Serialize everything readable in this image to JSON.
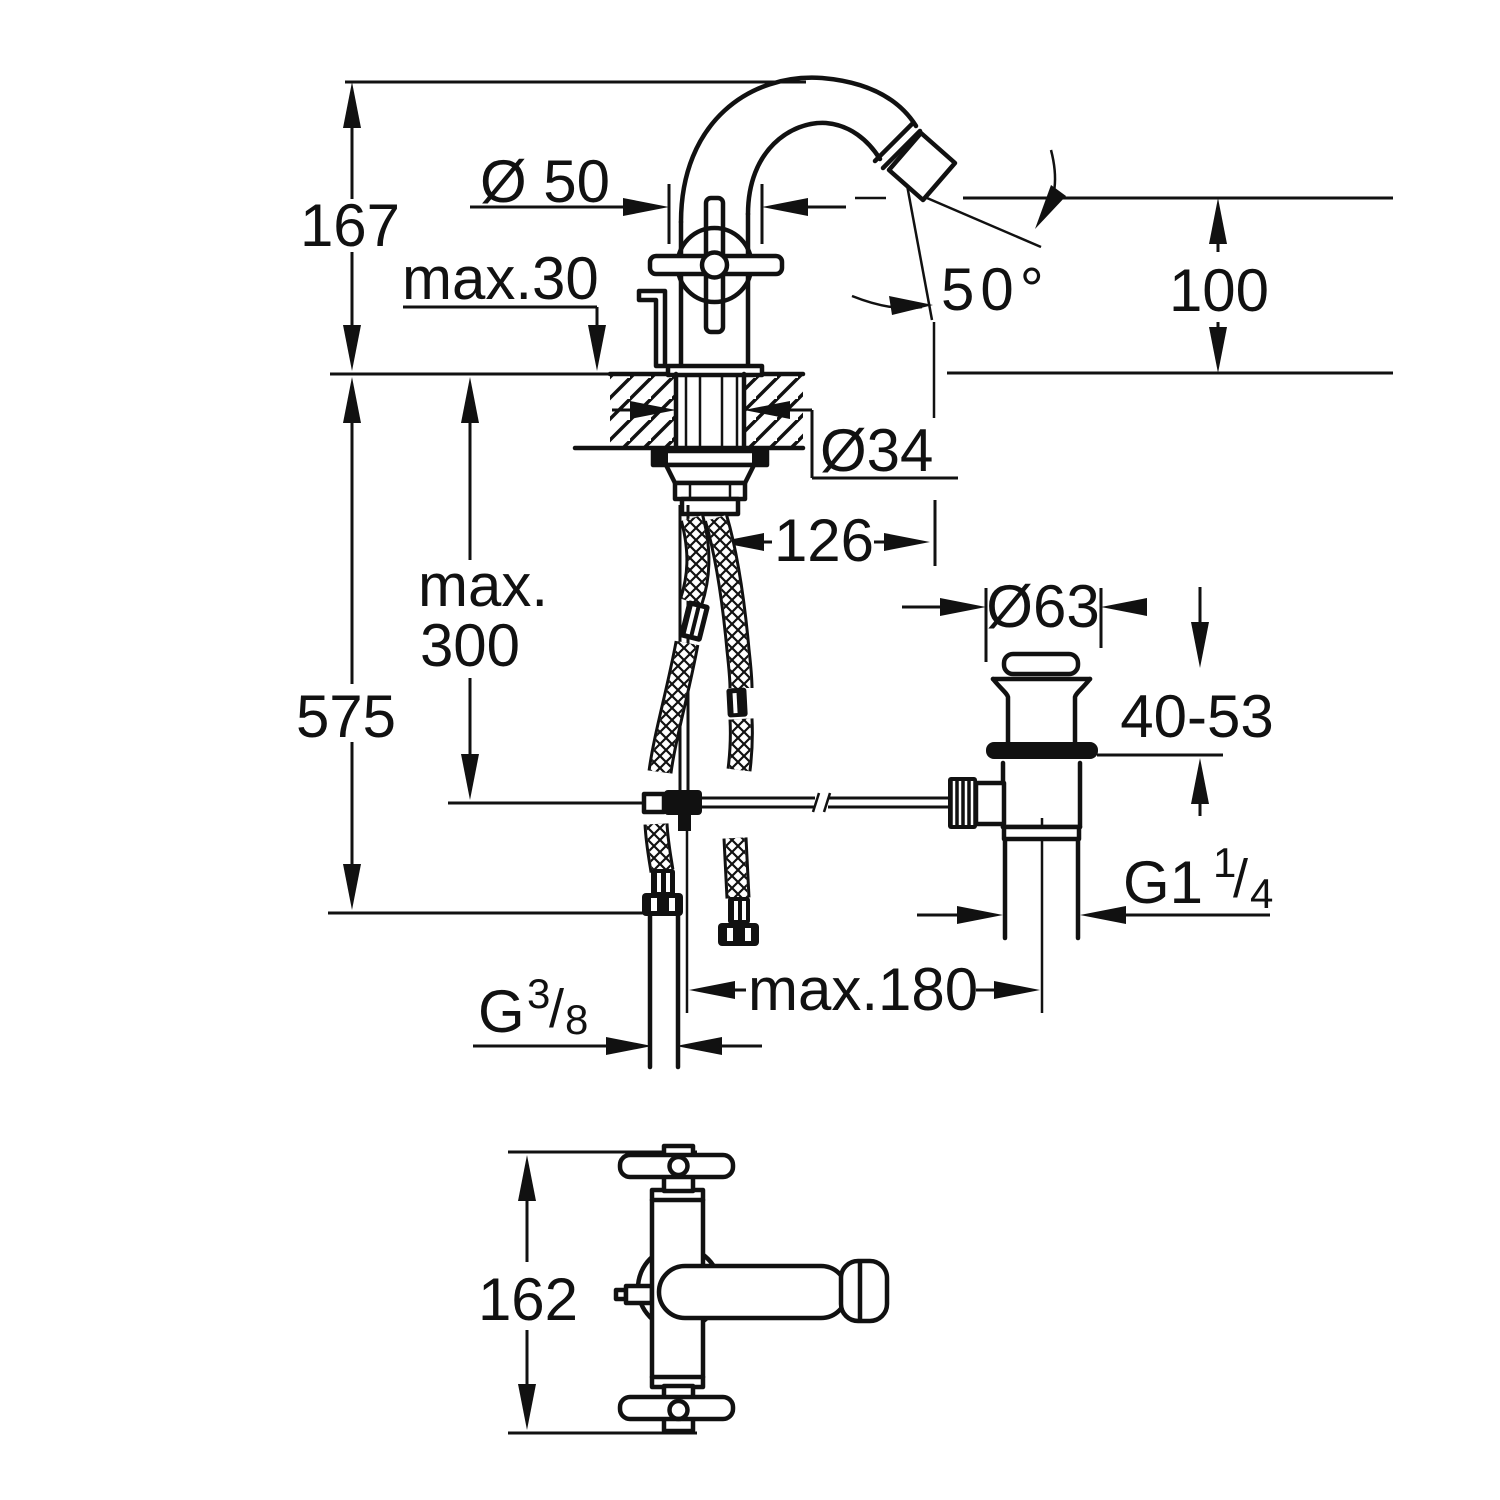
{
  "drawing": {
    "type": "technical-dimension-drawing",
    "subject": "bidet / basin mixer tap with pop-up waste, side view and plan view",
    "background_color": "#ffffff",
    "line_color": "#111111",
    "labels": {
      "spout_height": "167",
      "base_diameter": "Ø 50",
      "max_deck_thickness": "max.30",
      "spout_angle": "50°",
      "outlet_height": "100",
      "hole_diameter": "Ø34",
      "spout_reach": "126",
      "max_hose_line1": "max.",
      "max_hose_line2": "300",
      "overall_height": "575",
      "waste_flange_diameter": "Ø63",
      "clamping_range": "40-53",
      "waste_thread_main": "G1",
      "waste_thread_numerator": "1",
      "waste_thread_slash": "/",
      "waste_thread_denominator": "4",
      "max_rod_length": "max.180",
      "supply_thread_main": "G",
      "supply_thread_numerator": "3",
      "supply_thread_slash": "/",
      "supply_thread_denominator": "8",
      "plan_width": "162"
    }
  }
}
